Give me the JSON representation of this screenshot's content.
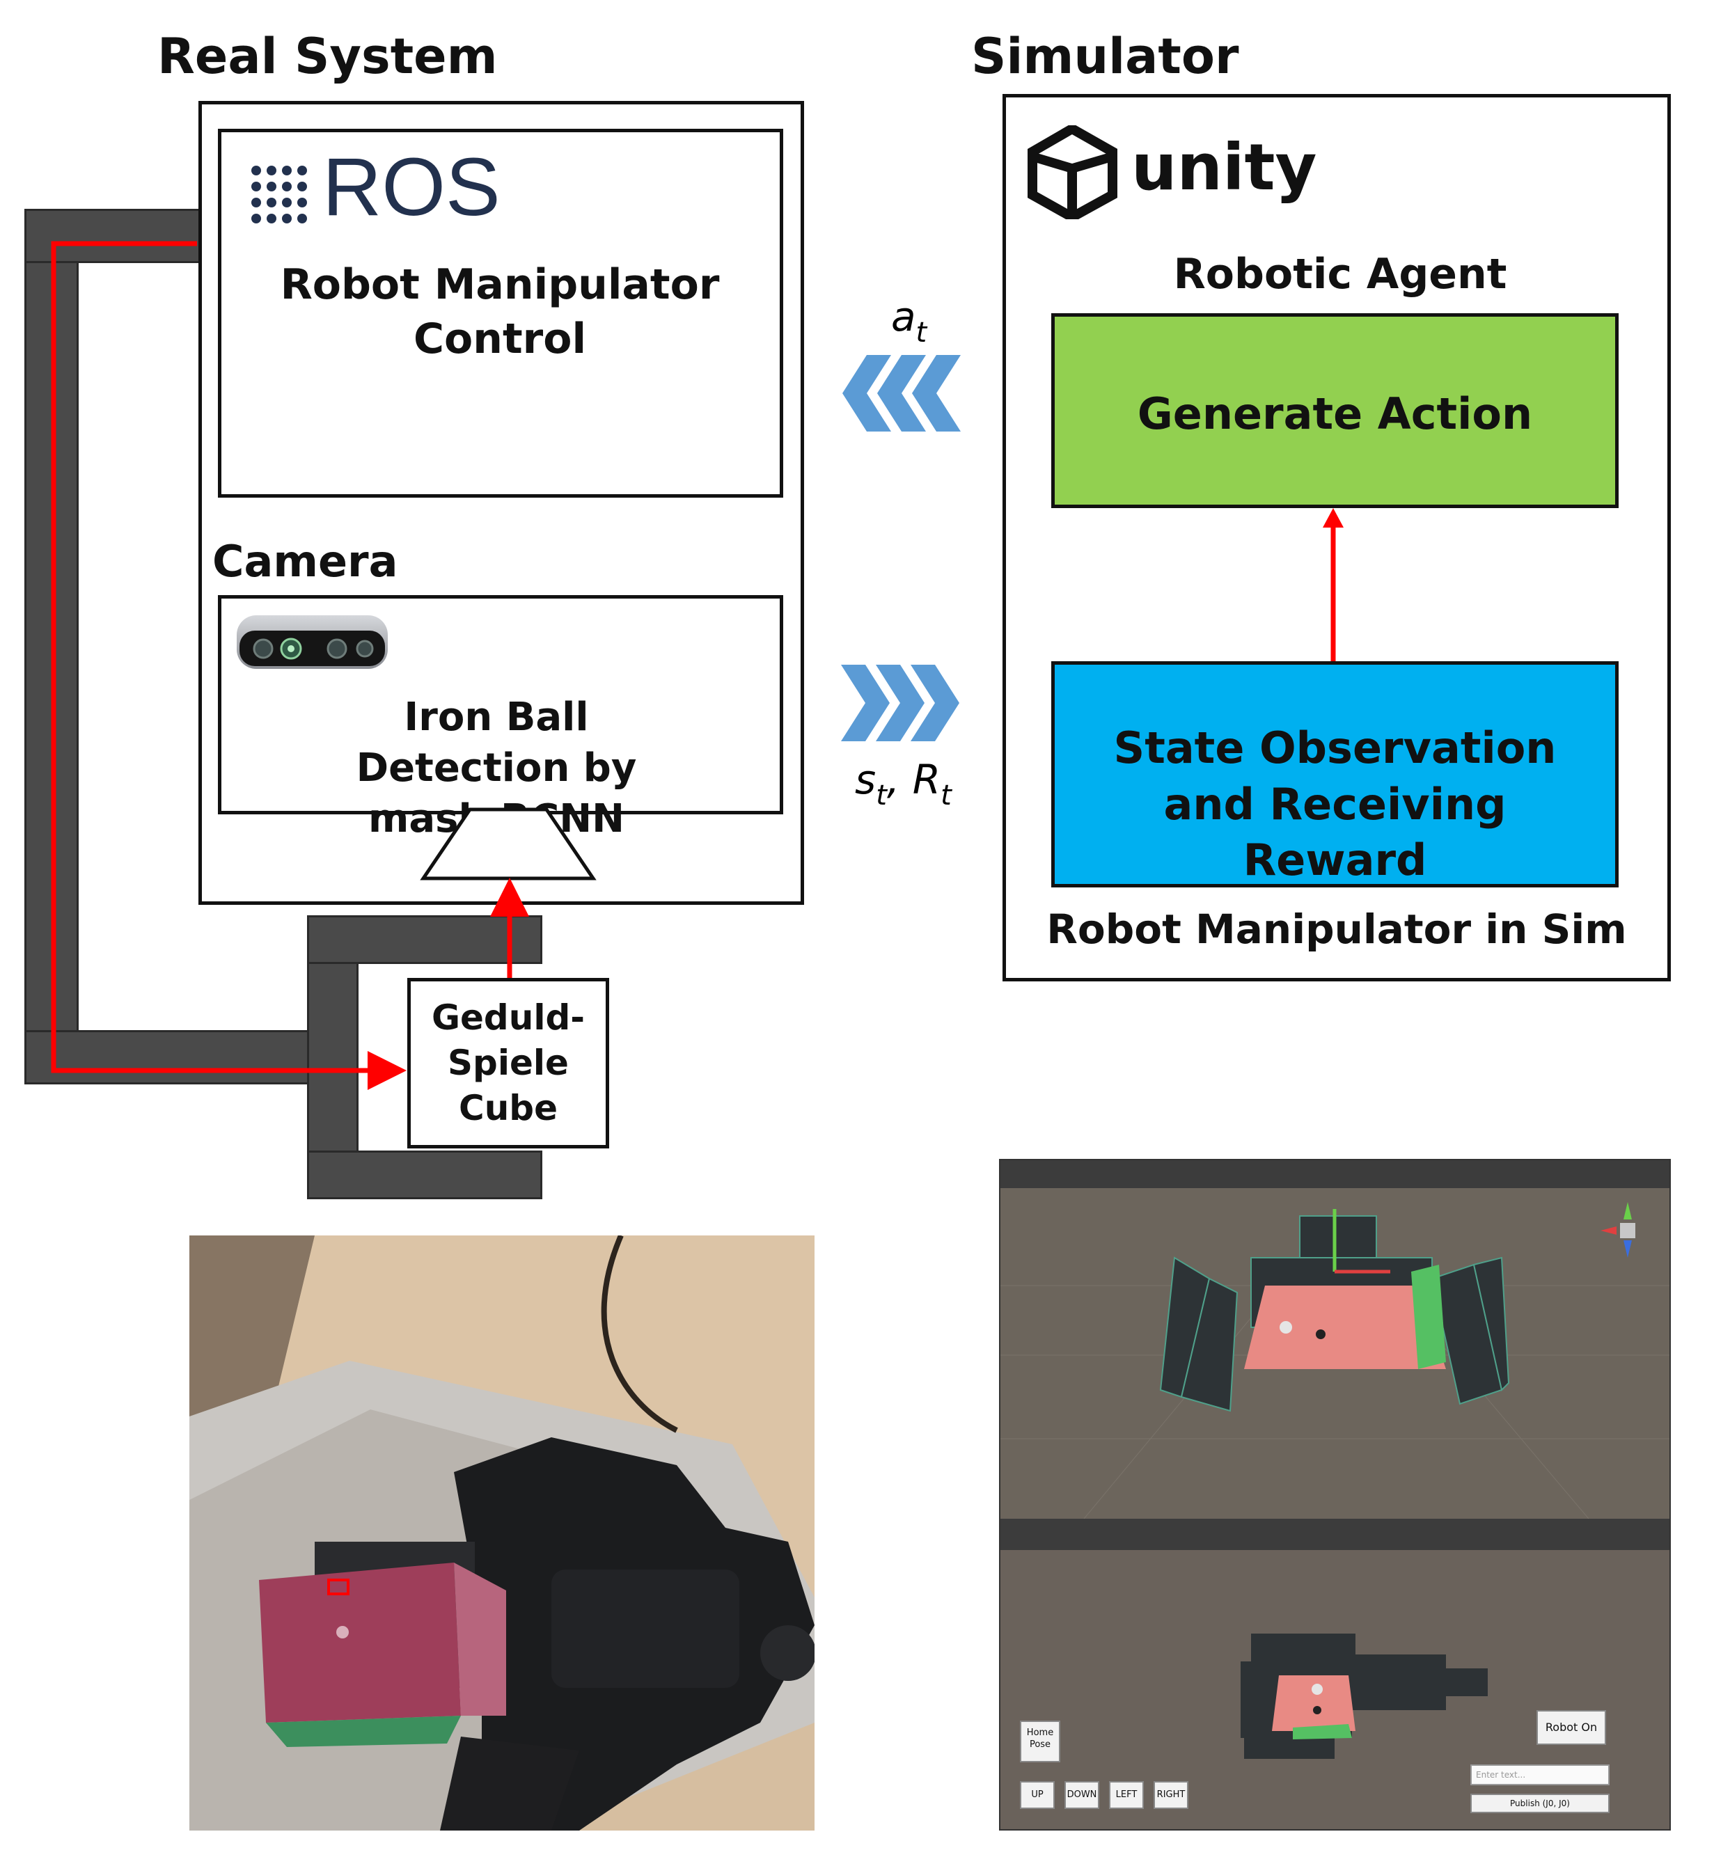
{
  "real_system": {
    "title": "Real System",
    "ros_logo_text": "ROS",
    "control_label": "Robot Manipulator Control",
    "camera_title": "Camera",
    "detection_label": "Iron Ball Detection by mask-RCNN",
    "cube_label": "Geduld-Spiele Cube"
  },
  "simulator": {
    "title": "Simulator",
    "unity_logo_text": "unity",
    "agent_title": "Robotic Agent",
    "generate_action": "Generate Action",
    "state_observation": "State Observation and Receiving Reward",
    "sim_robot_label": "Robot Manipulator in Sim"
  },
  "signals": {
    "action": "a_t",
    "state_reward": "s_t, R_t"
  },
  "unity_editor": {
    "game_buttons": [
      "Home Pose",
      "UP",
      "DOWN",
      "LEFT",
      "RIGHT"
    ],
    "robot_on_button": "Robot On",
    "publish_button": "Publish (J0, J0)",
    "input_placeholder": "Enter text..."
  },
  "colors": {
    "generate_action_fill": "#92d050",
    "state_observation_fill": "#00b0f0",
    "signal_arrow": "#5b9bd5",
    "data_line": "#ff0000",
    "frame": "#4a4a4a",
    "ros_text": "#22314e"
  },
  "icons": [
    "ros-dots-icon",
    "unity-cube-icon",
    "depth-camera-icon",
    "chevron-left-icon",
    "chevron-right-icon"
  ]
}
